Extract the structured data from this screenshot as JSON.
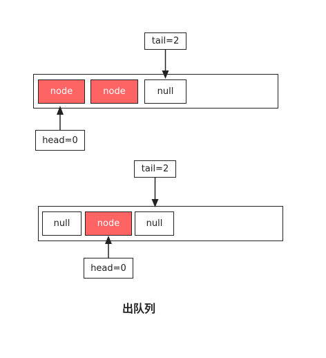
{
  "diagram_top": {
    "tail_label": "tail=2",
    "head_label": "head=0",
    "cells": [
      {
        "text": "node",
        "kind": "node"
      },
      {
        "text": "node",
        "kind": "node"
      },
      {
        "text": "null",
        "kind": "null"
      }
    ]
  },
  "diagram_bottom": {
    "tail_label": "tail=2",
    "head_label": "head=0",
    "cells": [
      {
        "text": "null",
        "kind": "null"
      },
      {
        "text": "node",
        "kind": "node"
      },
      {
        "text": "null",
        "kind": "null"
      }
    ]
  },
  "caption": "出队列",
  "colors": {
    "node_fill": "#ff6464",
    "stroke": "#222222"
  }
}
